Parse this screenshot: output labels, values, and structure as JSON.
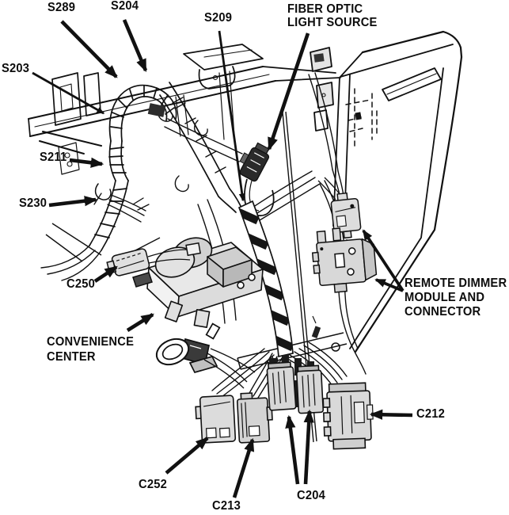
{
  "figure": {
    "type": "wiring-harness-line-diagram",
    "colors": {
      "background": "#ffffff",
      "ink": "#111111",
      "connector_fill": "#d9d9d9"
    },
    "callouts": {
      "s289": {
        "label": "S289"
      },
      "s204": {
        "label": "S204"
      },
      "s209": {
        "label": "S209"
      },
      "fiber_optic_light_source": {
        "lines": [
          "FIBER OPTIC",
          "LIGHT SOURCE"
        ]
      },
      "s203": {
        "label": "S203"
      },
      "s211": {
        "label": "S211"
      },
      "s230": {
        "label": "S230"
      },
      "c250": {
        "label": "C250"
      },
      "convenience_center": {
        "lines": [
          "CONVENIENCE",
          "CENTER"
        ]
      },
      "remote_dimmer": {
        "lines": [
          "REMOTE DIMMER",
          "MODULE AND",
          "CONNECTOR"
        ]
      },
      "c212": {
        "label": "C212"
      },
      "c252": {
        "label": "C252"
      },
      "c213": {
        "label": "C213"
      },
      "c204": {
        "label": "C204"
      }
    }
  }
}
